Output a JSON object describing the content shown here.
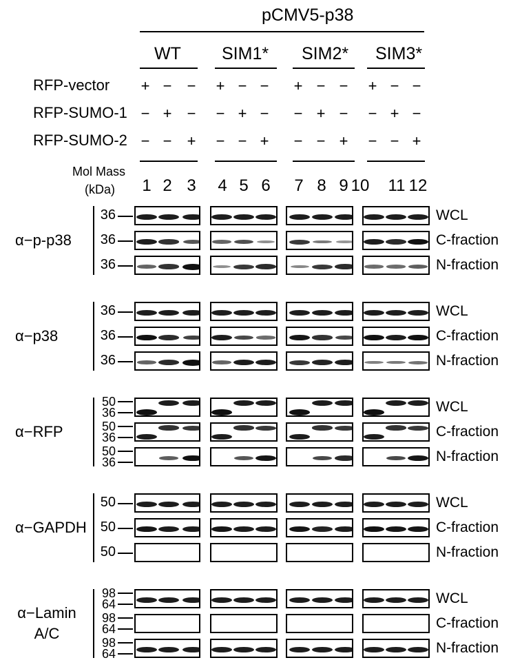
{
  "construct": "pCMV5-p38",
  "groups": [
    "WT",
    "SIM1*",
    "SIM2*",
    "SIM3*"
  ],
  "rfp_rows": [
    {
      "label": "RFP-vector",
      "signs": [
        "+",
        "−",
        "−",
        "+",
        "−",
        "−",
        "+",
        "−",
        "−",
        "+",
        "−",
        "−"
      ]
    },
    {
      "label": "RFP-SUMO-1",
      "signs": [
        "−",
        "+",
        "−",
        "−",
        "+",
        "−",
        "−",
        "+",
        "−",
        "−",
        "+",
        "−"
      ]
    },
    {
      "label": "RFP-SUMO-2",
      "signs": [
        "−",
        "−",
        "+",
        "−",
        "−",
        "+",
        "−",
        "−",
        "+",
        "−",
        "−",
        "+"
      ]
    }
  ],
  "mol_mass_label": "Mol Mass",
  "mol_mass_unit": "(kDa)",
  "lanes": [
    "1",
    "2",
    "3",
    "4",
    "5",
    "6",
    "7",
    "8",
    "9",
    "10",
    "11",
    "12"
  ],
  "fractions": [
    "WCL",
    "C-fraction",
    "N-fraction"
  ],
  "panels": [
    {
      "antibody": "α−p-p38",
      "markers": [
        [
          "36"
        ],
        [
          "36"
        ],
        [
          "36"
        ]
      ],
      "bands": [
        {
          "rows": [
            [
              "l",
              1,
              1,
              1,
              1,
              1,
              1,
              1,
              1,
              1,
              1,
              1,
              1
            ]
          ]
        },
        {
          "rows": [
            [
              "l",
              1,
              0.85,
              0.6,
              0.5,
              0.65,
              0.2,
              0.8,
              0.35,
              0.15,
              1,
              0.9,
              1.1
            ]
          ]
        },
        {
          "rows": [
            [
              "l",
              0.5,
              0.85,
              1.2,
              0.2,
              0.8,
              0.9,
              0.25,
              0.8,
              0.9,
              0.45,
              0.45,
              0.55
            ]
          ]
        }
      ]
    },
    {
      "antibody": "α−p38",
      "markers": [
        [
          "36"
        ],
        [
          "36"
        ],
        [
          "36"
        ]
      ],
      "bands": [
        {
          "rows": [
            [
              "l",
              1,
              1,
              1,
              1,
              1,
              1,
              1,
              1,
              1,
              1,
              1,
              1
            ]
          ]
        },
        {
          "rows": [
            [
              "l",
              1.1,
              0.9,
              0.75,
              1,
              0.7,
              0.45,
              1.05,
              0.85,
              0.7,
              1.1,
              1,
              1.15
            ]
          ]
        },
        {
          "rows": [
            [
              "l",
              0.5,
              0.9,
              1.2,
              0.5,
              1,
              1,
              0.8,
              0.95,
              1,
              0.3,
              0.35,
              0.4
            ]
          ]
        }
      ]
    },
    {
      "antibody": "α−RFP",
      "markers": [
        [
          "50",
          "36"
        ],
        [
          "50",
          "36"
        ],
        [
          "50",
          "36"
        ]
      ],
      "bands": [
        {
          "rows": [
            [
              "h",
              0,
              1,
              1,
              0,
              1,
              1,
              0,
              1,
              1,
              0,
              1,
              1
            ],
            [
              "l",
              1.2,
              0,
              0,
              1.2,
              0,
              0,
              1.2,
              0,
              0,
              1.2,
              0,
              0
            ]
          ]
        },
        {
          "rows": [
            [
              "h",
              0,
              0.85,
              0.8,
              0,
              0.85,
              0.8,
              0,
              0.85,
              0.8,
              0,
              0.85,
              0.8
            ],
            [
              "l",
              1,
              0,
              0,
              1,
              0,
              0,
              1,
              0,
              0,
              1,
              0,
              0
            ]
          ]
        },
        {
          "rows": [
            [
              "l",
              0,
              0.55,
              1.1,
              0,
              0.6,
              1.05,
              0,
              0.7,
              0.9,
              0,
              0.7,
              1.05
            ]
          ]
        }
      ]
    },
    {
      "antibody": "α−GAPDH",
      "markers": [
        [
          "50"
        ],
        [
          "50"
        ],
        [
          "50"
        ]
      ],
      "bands": [
        {
          "rows": [
            [
              "l",
              1,
              1,
              1,
              1,
              1,
              1,
              1,
              1,
              1,
              1,
              1,
              1
            ]
          ]
        },
        {
          "rows": [
            [
              "l",
              1.05,
              1,
              1,
              1.05,
              1,
              1,
              1.05,
              0.95,
              1,
              1.1,
              1.05,
              1.05
            ]
          ]
        },
        {
          "rows": []
        }
      ]
    },
    {
      "antibody": "α−Lamin\nA/C",
      "markers": [
        [
          "98",
          "64"
        ],
        [
          "98",
          "64"
        ],
        [
          "98",
          "64"
        ]
      ],
      "bands": [
        {
          "rows": [
            [
              "l",
              1,
              1,
              1,
              1,
              1,
              1,
              1,
              1,
              1,
              1,
              1,
              1
            ]
          ]
        },
        {
          "rows": []
        },
        {
          "rows": [
            [
              "l",
              1,
              1,
              1,
              1,
              1,
              1,
              1,
              1,
              1,
              1,
              1,
              1
            ]
          ]
        }
      ]
    }
  ]
}
